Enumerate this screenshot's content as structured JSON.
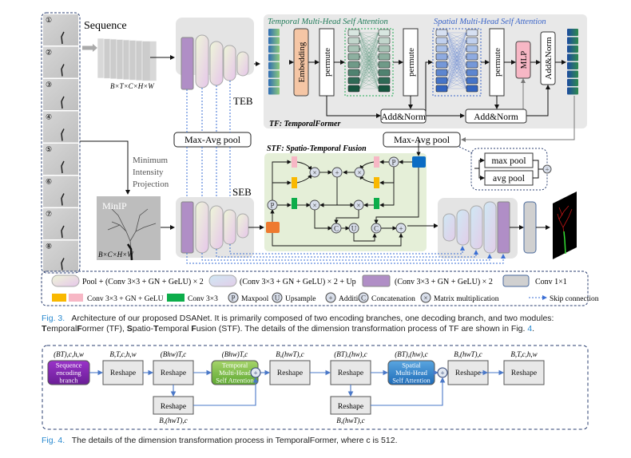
{
  "fig3": {
    "sequence_label": "Sequence",
    "frame_numbers": [
      "①",
      "②",
      "③",
      "④",
      "⑤",
      "⑥",
      "⑦",
      "⑧"
    ],
    "stack_dims": "B×T×C×H×W",
    "minip_label": "MinIP",
    "minip_dims": "B×C×H×W",
    "projection_label": [
      "Minimum",
      "Intensity",
      "Projection"
    ],
    "teb_label": "TEB",
    "seb_label": "SEB",
    "maxavg_pool_left": "Max-Avg pool",
    "maxavg_pool_right": "Max-Avg pool",
    "tf": {
      "temporal_mhsa_title": "Temporal Multi-Head Self Attention",
      "spatial_mhsa_title": "Spatial Multi-Head Self Attention",
      "embedding": "Embedding",
      "permute": "permute",
      "mlp": "MLP",
      "add_norm": "Add&Norm",
      "title": "TF: TemporalFormer"
    },
    "stf": {
      "title": "STF: Spatio-Temporal Fusion",
      "p": "P",
      "c": "C",
      "u": "U"
    },
    "pool_detail": {
      "max": "max pool",
      "avg": "avg pool"
    },
    "legend": {
      "row1": [
        {
          "label": "Pool + (Conv 3×3 + GN + GeLU) × 2"
        },
        {
          "label": "(Conv 3×3 + GN + GeLU) × 2 + Up"
        },
        {
          "label": "(Conv 3×3 + GN + GeLU) × 2"
        },
        {
          "label": "Conv 1×1"
        }
      ],
      "row2": [
        {
          "label": "Conv 3×3 + GN + GeLU"
        },
        {
          "label": "Conv 3×3"
        },
        {
          "symbol": "P",
          "label": "Maxpool"
        },
        {
          "symbol": "U",
          "label": "Upsample"
        },
        {
          "symbol": "+",
          "label": "Addition"
        },
        {
          "symbol": "C",
          "label": "Concatenation"
        },
        {
          "symbol": "×",
          "label": "Matrix multiplication"
        },
        {
          "label": "Skip connection"
        }
      ]
    },
    "caption": {
      "fig_no": "Fig. 3.",
      "text1": "Architecture of our proposed DSANet. It is primarily composed of two encoding branches, one decoding branch, and two modules:",
      "text2_parts": [
        "T",
        "emporal",
        "F",
        "ormer (TF), ",
        "S",
        "patio-",
        "T",
        "emporal ",
        "F",
        "usion (STF). The details of the dimension transformation process of TF are shown in Fig. ",
        "4",
        "."
      ]
    }
  },
  "fig4": {
    "nodes": [
      {
        "dims": "(BT),c,h,w",
        "label": "Sequence encoding branch"
      },
      {
        "dims": "B,T,c,h,w",
        "label": "Reshape"
      },
      {
        "dims": "(Bhw)T,c",
        "label": "Reshape"
      },
      {
        "dims": "(Bhw)T,c",
        "label": "Temporal Multi-Head Self Attention"
      },
      {
        "dims": "B,(hwT),c",
        "label": "Reshape"
      },
      {
        "dims": "(BT),(hw),c",
        "label": "Reshape"
      },
      {
        "dims": "(BT),(hw),c",
        "label": "Spatial Multi-Head Self Attention"
      },
      {
        "dims": "B,(hwT),c",
        "label": "Reshape"
      },
      {
        "dims": "B,T,c,h,w",
        "label": "Reshape"
      }
    ],
    "branch_nodes": [
      {
        "dims": "B,(hwT),c",
        "label": "Reshape"
      },
      {
        "dims": "B,(hwT),c",
        "label": "Reshape"
      }
    ],
    "caption": {
      "fig_no": "Fig. 4.",
      "text": "The details of the dimension transformation process in TemporalFormer, where c is 512."
    }
  }
}
